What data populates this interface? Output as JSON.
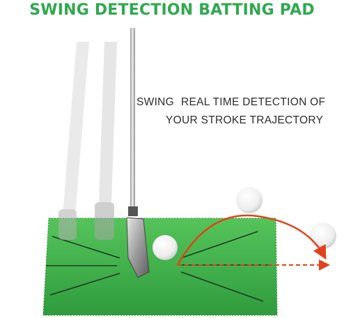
{
  "title": "SWING DETECTION BATTING PAD",
  "caption": {
    "word": "SWING",
    "line1_rest": "REAL TIME DETECTION OF",
    "line2": "YOUR STROKE TRAJECTORY"
  },
  "colors": {
    "title": "#2fa84f",
    "mat": "#3fb34a",
    "trajectory": "#e2421c",
    "text": "#2d2d2d"
  }
}
